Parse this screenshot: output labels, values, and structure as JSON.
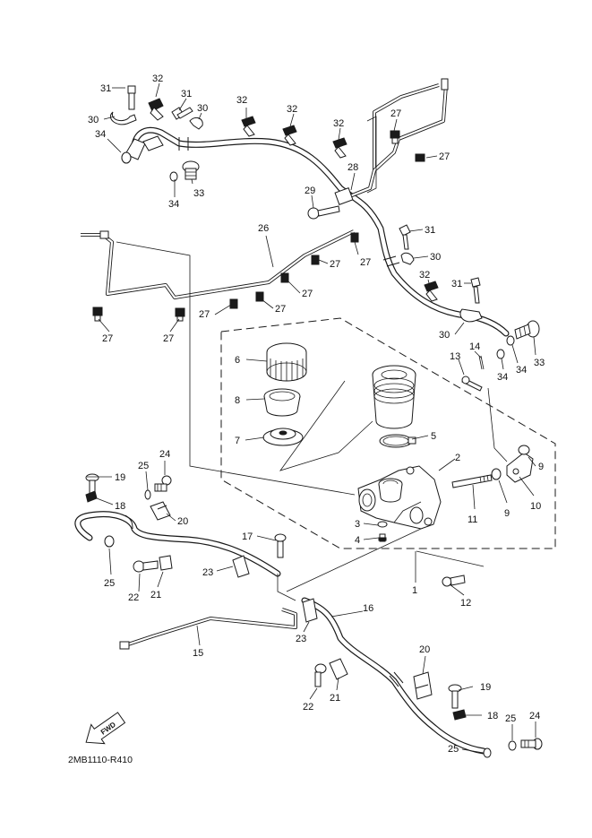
{
  "drawing_code": "2MB1110-R410",
  "direction_label": "FWD",
  "callouts": [
    {
      "key": "c31a",
      "text": "31"
    },
    {
      "key": "c32a",
      "text": "32"
    },
    {
      "key": "c31b",
      "text": "31"
    },
    {
      "key": "c30a",
      "text": "30"
    },
    {
      "key": "c30b",
      "text": "30"
    },
    {
      "key": "c34a",
      "text": "34"
    },
    {
      "key": "c33a",
      "text": "33"
    },
    {
      "key": "c34b",
      "text": "34"
    },
    {
      "key": "c32b",
      "text": "32"
    },
    {
      "key": "c32c",
      "text": "32"
    },
    {
      "key": "c32d",
      "text": "32"
    },
    {
      "key": "c27a",
      "text": "27"
    },
    {
      "key": "c27b",
      "text": "27"
    },
    {
      "key": "c28",
      "text": "28"
    },
    {
      "key": "c29",
      "text": "29"
    },
    {
      "key": "c31c",
      "text": "31"
    },
    {
      "key": "c30c",
      "text": "30"
    },
    {
      "key": "c26",
      "text": "26"
    },
    {
      "key": "c27c",
      "text": "27"
    },
    {
      "key": "c27d",
      "text": "27"
    },
    {
      "key": "c27e",
      "text": "27"
    },
    {
      "key": "c27f",
      "text": "27"
    },
    {
      "key": "c27g",
      "text": "27"
    },
    {
      "key": "c27h",
      "text": "27"
    },
    {
      "key": "c27i",
      "text": "27"
    },
    {
      "key": "c32e",
      "text": "32"
    },
    {
      "key": "c31d",
      "text": "31"
    },
    {
      "key": "c30d",
      "text": "30"
    },
    {
      "key": "c14",
      "text": "14"
    },
    {
      "key": "c13",
      "text": "13"
    },
    {
      "key": "c34c",
      "text": "34"
    },
    {
      "key": "c34d",
      "text": "34"
    },
    {
      "key": "c33b",
      "text": "33"
    },
    {
      "key": "c6",
      "text": "6"
    },
    {
      "key": "c8",
      "text": "8"
    },
    {
      "key": "c7",
      "text": "7"
    },
    {
      "key": "c5",
      "text": "5"
    },
    {
      "key": "c2",
      "text": "2"
    },
    {
      "key": "c9a",
      "text": "9"
    },
    {
      "key": "c10",
      "text": "10"
    },
    {
      "key": "c9b",
      "text": "9"
    },
    {
      "key": "c11",
      "text": "11"
    },
    {
      "key": "c3",
      "text": "3"
    },
    {
      "key": "c4",
      "text": "4"
    },
    {
      "key": "c1",
      "text": "1"
    },
    {
      "key": "c12",
      "text": "12"
    },
    {
      "key": "c19a",
      "text": "19"
    },
    {
      "key": "c25a",
      "text": "25"
    },
    {
      "key": "c24a",
      "text": "24"
    },
    {
      "key": "c18a",
      "text": "18"
    },
    {
      "key": "c20a",
      "text": "20"
    },
    {
      "key": "c17",
      "text": "17"
    },
    {
      "key": "c23a",
      "text": "23"
    },
    {
      "key": "c25b",
      "text": "25"
    },
    {
      "key": "c22a",
      "text": "22"
    },
    {
      "key": "c21a",
      "text": "21"
    },
    {
      "key": "c16",
      "text": "16"
    },
    {
      "key": "c23b",
      "text": "23"
    },
    {
      "key": "c15",
      "text": "15"
    },
    {
      "key": "c20b",
      "text": "20"
    },
    {
      "key": "c19b",
      "text": "19"
    },
    {
      "key": "c22b",
      "text": "22"
    },
    {
      "key": "c21b",
      "text": "21"
    },
    {
      "key": "c18b",
      "text": "18"
    },
    {
      "key": "c25c",
      "text": "25"
    },
    {
      "key": "c24b",
      "text": "24"
    },
    {
      "key": "c25d",
      "text": "25"
    }
  ]
}
